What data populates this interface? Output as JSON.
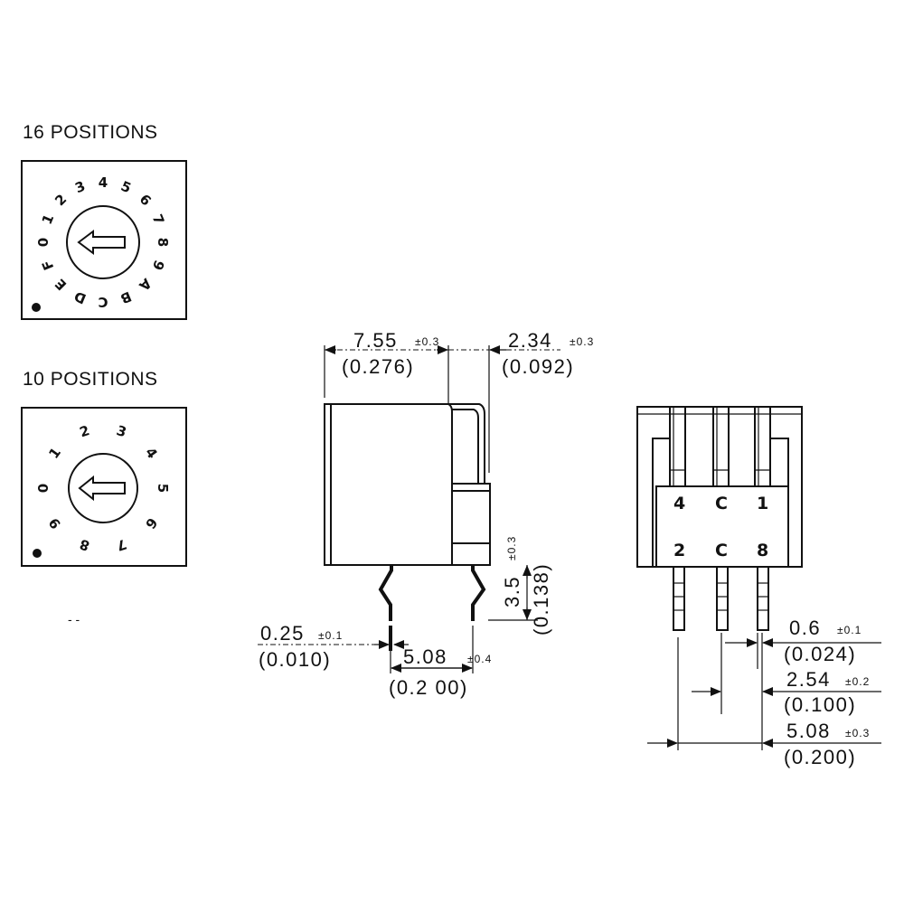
{
  "diagram": {
    "title": "Rotary DIP switch dimensional drawing",
    "dial_16": {
      "heading": "16 POSITIONS",
      "labels": [
        "0",
        "1",
        "2",
        "3",
        "4",
        "5",
        "6",
        "7",
        "8",
        "9",
        "A",
        "B",
        "C",
        "D",
        "E",
        "F"
      ],
      "pointer": "left-arrow"
    },
    "dial_10": {
      "heading": "10 POSITIONS",
      "labels": [
        "0",
        "1",
        "2",
        "3",
        "4",
        "5",
        "6",
        "7",
        "8",
        "9"
      ],
      "pointer": "left-arrow"
    },
    "side_view": {
      "width_main": {
        "value": "7.55",
        "tol": "±0.3",
        "inch": "(0.276)"
      },
      "width_lead": {
        "value": "2.34",
        "tol": "±0.3",
        "inch": "(0.092)"
      },
      "lead_length": {
        "value": "3.5",
        "tol": "±0.3",
        "inch": "(0.138)"
      },
      "lead_thickness": {
        "value": "0.25",
        "tol": "±0.1",
        "inch": "(0.010)"
      },
      "lead_spacing": {
        "value": "5.08",
        "tol": "±0.4",
        "inch": "(0.2 00)"
      }
    },
    "bottom_view": {
      "pins_top": [
        "4",
        "C",
        "1"
      ],
      "pins_bottom": [
        "2",
        "C",
        "8"
      ],
      "pin_width": {
        "value": "0.6",
        "tol": "±0.1",
        "inch": "(0.024)"
      },
      "pin_pitch": {
        "value": "2.54",
        "tol": "±0.2",
        "inch": "(0.100)"
      },
      "pin_span": {
        "value": "5.08",
        "tol": "±0.3",
        "inch": "(0.200)"
      }
    },
    "stray_mark": "- -"
  }
}
